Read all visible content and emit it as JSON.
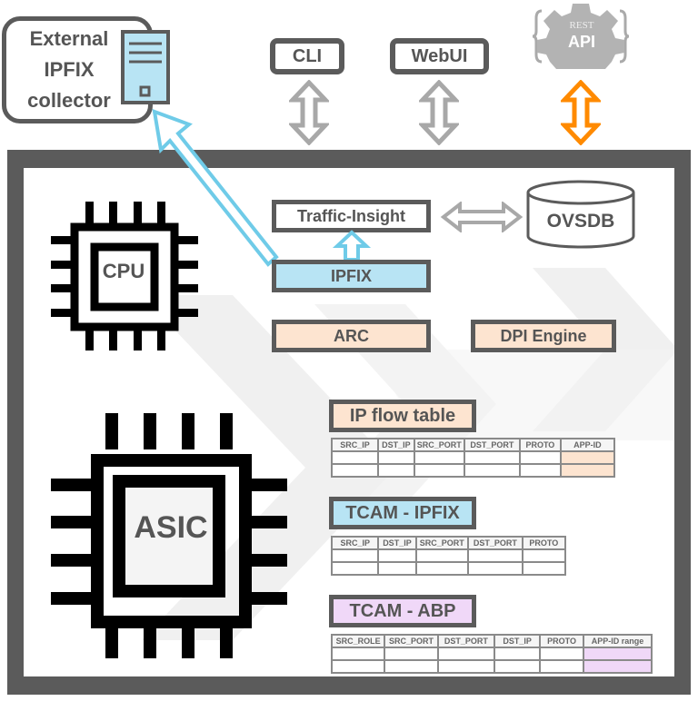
{
  "top": {
    "collector": {
      "line1": "External",
      "line2": "IPFIX",
      "line3": "collector"
    },
    "cli_label": "CLI",
    "webui_label": "WebUI",
    "rest_api": {
      "small": "REST",
      "big": "API"
    }
  },
  "switch": {
    "cpu_label": "CPU",
    "asic_label": "ASIC",
    "traffic_insight_label": "Traffic-Insight",
    "ovsdb_label": "OVSDB",
    "ipfix_label": "IPFIX",
    "arc_label": "ARC",
    "dpi_label": "DPI Engine"
  },
  "tables": {
    "ip_flow": {
      "title": "IP flow table",
      "columns": [
        "SRC_IP",
        "DST_IP",
        "SRC_PORT",
        "DST_PORT",
        "PROTO",
        "APP-ID"
      ],
      "rows": 2
    },
    "tcam_ipfix": {
      "title": "TCAM - IPFIX",
      "columns": [
        "SRC_IP",
        "DST_IP",
        "SRC_PORT",
        "DST_PORT",
        "PROTO"
      ],
      "rows": 2
    },
    "tcam_abp": {
      "title": "TCAM - ABP",
      "columns": [
        "SRC_ROLE",
        "SRC_PORT",
        "DST_PORT",
        "DST_IP",
        "PROTO",
        "APP-ID range"
      ],
      "rows": 2
    }
  },
  "colors": {
    "frame": "#5b5b5b",
    "ipfix_blue": "#b8e4f4",
    "arrow_blue": "#6fcbe8",
    "arc_peach": "#fde4d0",
    "abp_lilac": "#f0d8f8",
    "rest_orange": "#ff8a00",
    "arrow_gray": "#a8a8a8"
  }
}
